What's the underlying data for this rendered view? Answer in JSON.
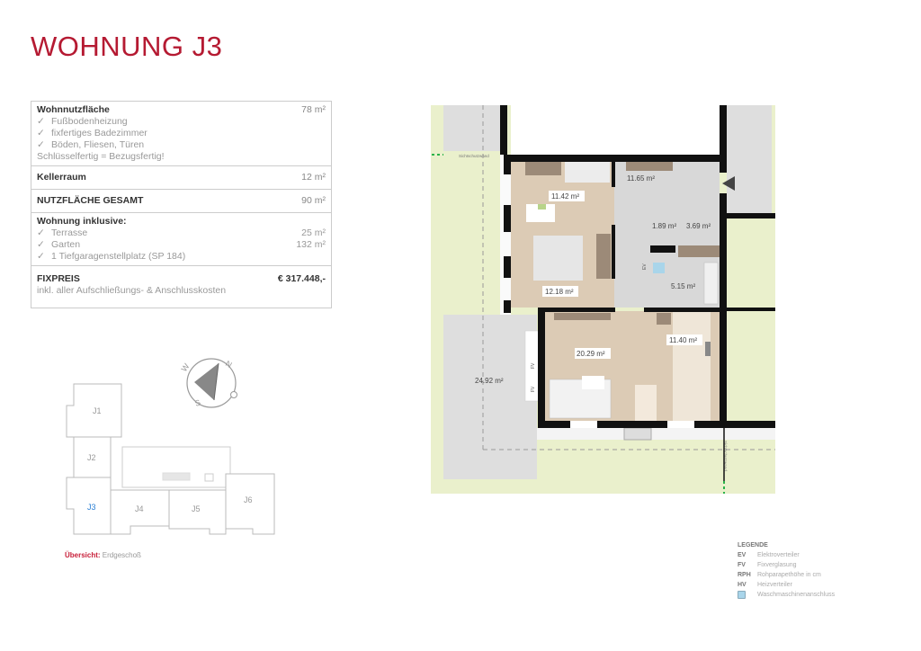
{
  "title": "WOHNUNG J3",
  "info": {
    "wohnnutz": {
      "label": "Wohnnutzfläche",
      "value": "78 m²",
      "items": [
        "Fußbodenheizung",
        "fixfertiges Badezimmer",
        "Böden, Fliesen, Türen"
      ],
      "note": "Schlüsselfertig = Bezugsfertig!"
    },
    "keller": {
      "label": "Kellerraum",
      "value": "12 m²"
    },
    "gesamt": {
      "label": "NUTZFLÄCHE GESAMT",
      "value": "90 m²"
    },
    "inklusive": {
      "label": "Wohnung inklusive:",
      "items": [
        {
          "label": "Terrasse",
          "value": "25 m²"
        },
        {
          "label": "Garten",
          "value": "132 m²"
        },
        {
          "label": "1 Tiefgaragenstellplatz (SP 184)",
          "value": ""
        }
      ]
    },
    "fixpreis": {
      "label": "FIXPREIS",
      "value": "€ 317.448,-",
      "note": "inkl. aller Aufschließungs- & Anschlusskosten"
    },
    "check": "✓"
  },
  "compass": {
    "n": "N",
    "w": "W",
    "s": "S",
    "o": "O"
  },
  "overview": {
    "units": [
      "J1",
      "J2",
      "J3",
      "J4",
      "J5",
      "J6"
    ],
    "highlight": "J3",
    "highlight_color": "#2a7fd4",
    "label": "Übersicht:",
    "floor": "Erdgeschoß"
  },
  "plan": {
    "rooms": [
      "11.42 m²",
      "12.18 m²",
      "11.65 m²",
      "1.89 m²",
      "3.69 m²",
      "5.15 m²",
      "20.29 m²",
      "11.40 m²",
      "24.92 m²"
    ],
    "sichtschutz": "Sichtschutzwand",
    "fv": "FV",
    "ev": "EV",
    "colors": {
      "garden": "#eaf0cc",
      "terrace": "#dcdcdc",
      "room": "#dccbb5",
      "hall": "#d8d8d8",
      "wall": "#111111"
    }
  },
  "legend": {
    "title": "LEGENDE",
    "items": [
      {
        "k": "EV",
        "v": "Elektroverteiler"
      },
      {
        "k": "FV",
        "v": "Fixverglasung"
      },
      {
        "k": "RPH",
        "v": "Rohparapethöhe in cm"
      },
      {
        "k": "HV",
        "v": "Heizverteiler"
      },
      {
        "k": "",
        "v": "Waschmaschinenanschluss"
      }
    ]
  }
}
